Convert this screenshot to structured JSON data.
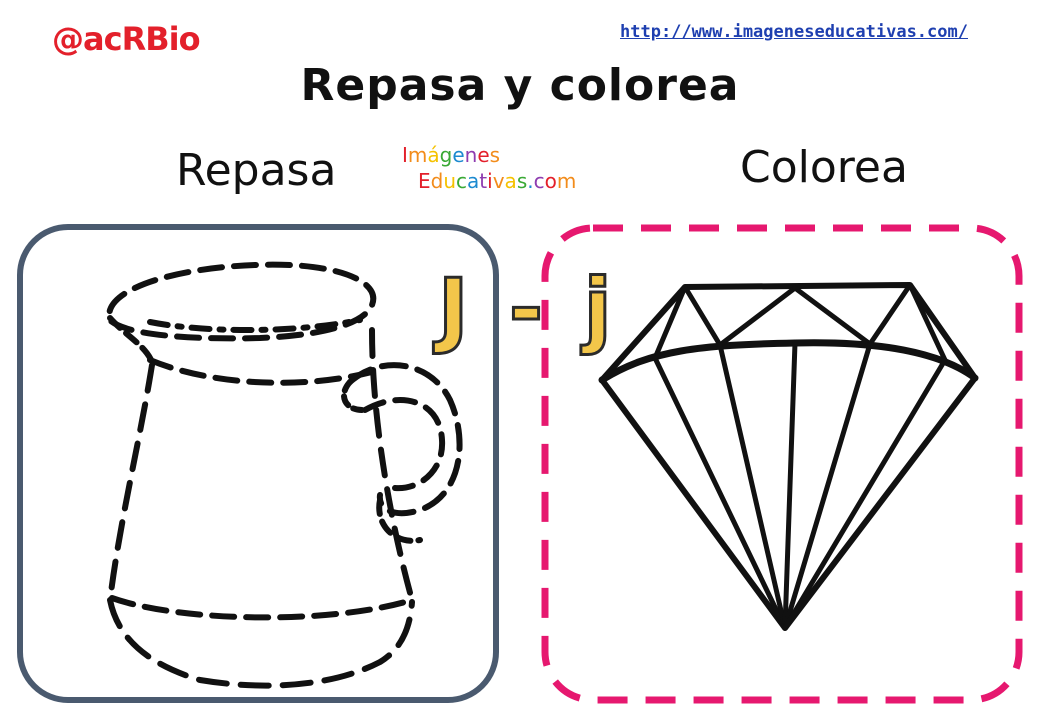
{
  "header": {
    "brand": "@acRBio",
    "url": "http://www.imageneseducativas.com/"
  },
  "title": "Repasa y colorea",
  "left_panel": {
    "label": "Repasa",
    "drawing": "dashed-jug-outline"
  },
  "right_panel": {
    "label": "Colorea",
    "drawing": "diamond-outline"
  },
  "logo": {
    "line1": "Imágenes",
    "line2": "Educativas.com",
    "colors": [
      "#e3202b",
      "#f28c1b",
      "#f5c200",
      "#3aa935",
      "#1c8ad0",
      "#8e3cb0"
    ]
  },
  "letters": "J - j",
  "colors": {
    "left_frame": "#4a5a6f",
    "right_frame": "#e6186f",
    "ink": "#111111",
    "letter_fill": "#f3c64a"
  }
}
